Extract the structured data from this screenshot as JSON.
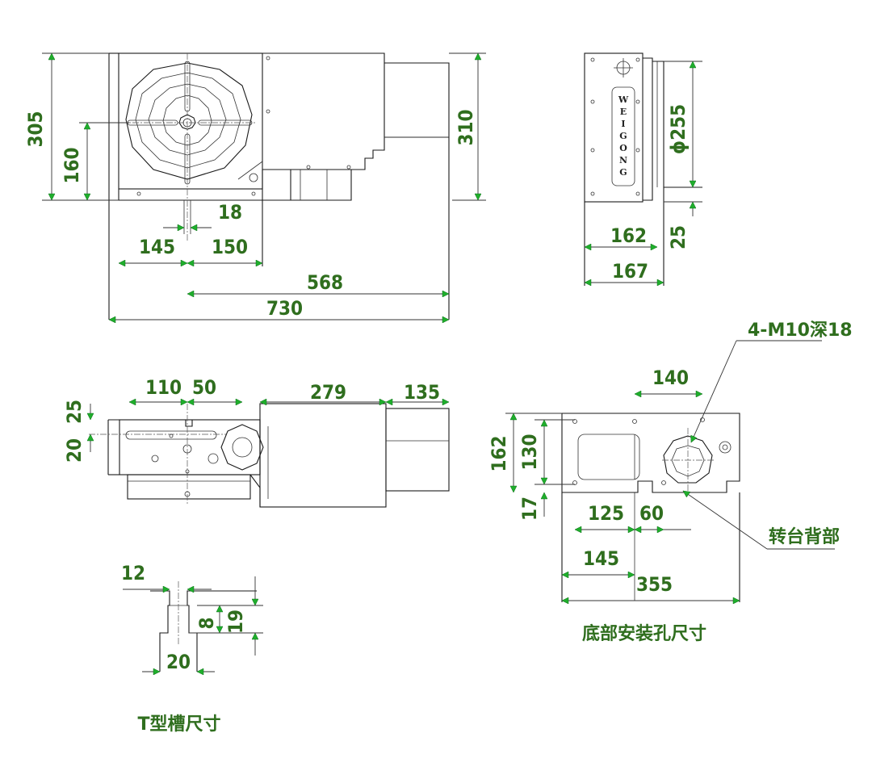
{
  "dimensions": {
    "front_height_total": "305",
    "front_center_height": "160",
    "slot_width_front": "18",
    "left_to_center": "145",
    "center_to_edge": "150",
    "center_to_motor_end": "568",
    "overall_length": "730",
    "right_height": "310",
    "side_diameter": "ϕ255",
    "side_base_height": "25",
    "side_width_inner": "162",
    "side_width_outer": "167",
    "top_slot_offset": "110",
    "top_slot_pitch": "50",
    "top_motor_body": "279",
    "top_motor_cap": "135",
    "top_offset_25": "25",
    "top_offset_20": "20",
    "tslot_top": "12",
    "tslot_bottom": "20",
    "tslot_depth_8": "8",
    "tslot_depth_19": "19",
    "base_height_162": "162",
    "base_height_130": "130",
    "base_offset_17": "17",
    "base_140": "140",
    "base_125": "125",
    "base_60": "60",
    "base_145": "145",
    "base_355": "355"
  },
  "labels": {
    "thread_note": "4-M10深18",
    "back_note": "转台背部",
    "base_title": "底部安装孔尺寸",
    "tslot_title": "T型槽尺寸",
    "brand_letters": [
      "W",
      "E",
      "I",
      "G",
      "O",
      "N",
      "G"
    ]
  },
  "colors": {
    "arrow": "#1fae2c",
    "dimension_text": "#2f6e1e",
    "line": "#1a1a1a"
  }
}
